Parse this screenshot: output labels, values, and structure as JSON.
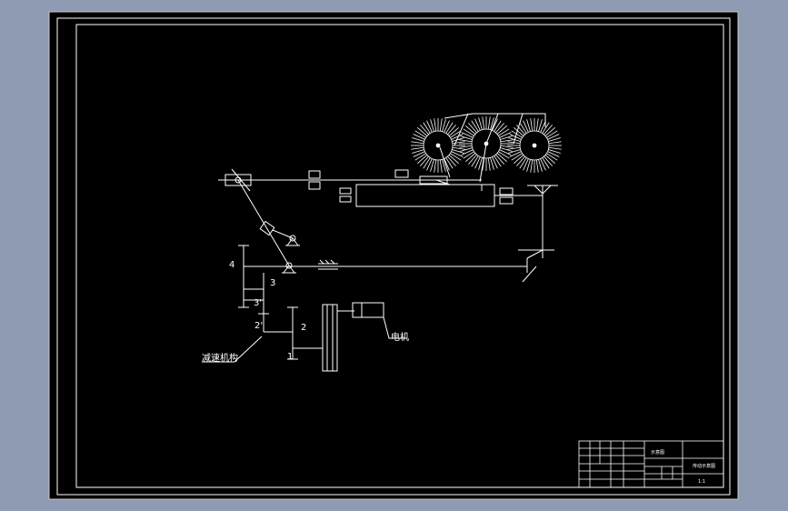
{
  "labels": {
    "gear_4": "4",
    "gear_3": "3",
    "gear_3p": "3'",
    "gear_2": "2",
    "gear_2p": "2'",
    "gear_1": "1",
    "motor": "电机",
    "reducer": "减速机构"
  },
  "title_block": {
    "sheet_title": "传动示意图",
    "scale_label": "1:1",
    "note": "示意图"
  },
  "colors": {
    "outer_background": "#8e9bb2",
    "canvas": "#000000",
    "lines": "#ffffff",
    "frame_edge": "#ffffff"
  }
}
